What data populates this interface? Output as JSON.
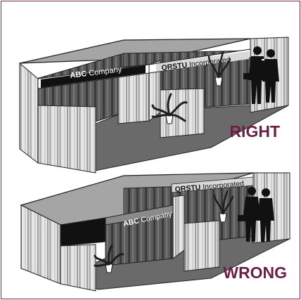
{
  "top_panel": {
    "caption": "RIGHT",
    "sign_left": {
      "brand": "ABC",
      "suffix": " Company"
    },
    "sign_right": {
      "brand": "QRSTU",
      "suffix": " Incorporated"
    }
  },
  "bottom_panel": {
    "caption": "WRONG",
    "sign_left": {
      "brand": "ABC",
      "suffix": " Company"
    },
    "sign_right": {
      "brand": "QRSTU",
      "suffix": " Incorporated"
    }
  },
  "colors": {
    "caption": "#6b1f45",
    "frame": "#7a2a4a",
    "floor": "#6a6a6a",
    "roof": "#a9a9a9",
    "black_sign": "#111111"
  }
}
